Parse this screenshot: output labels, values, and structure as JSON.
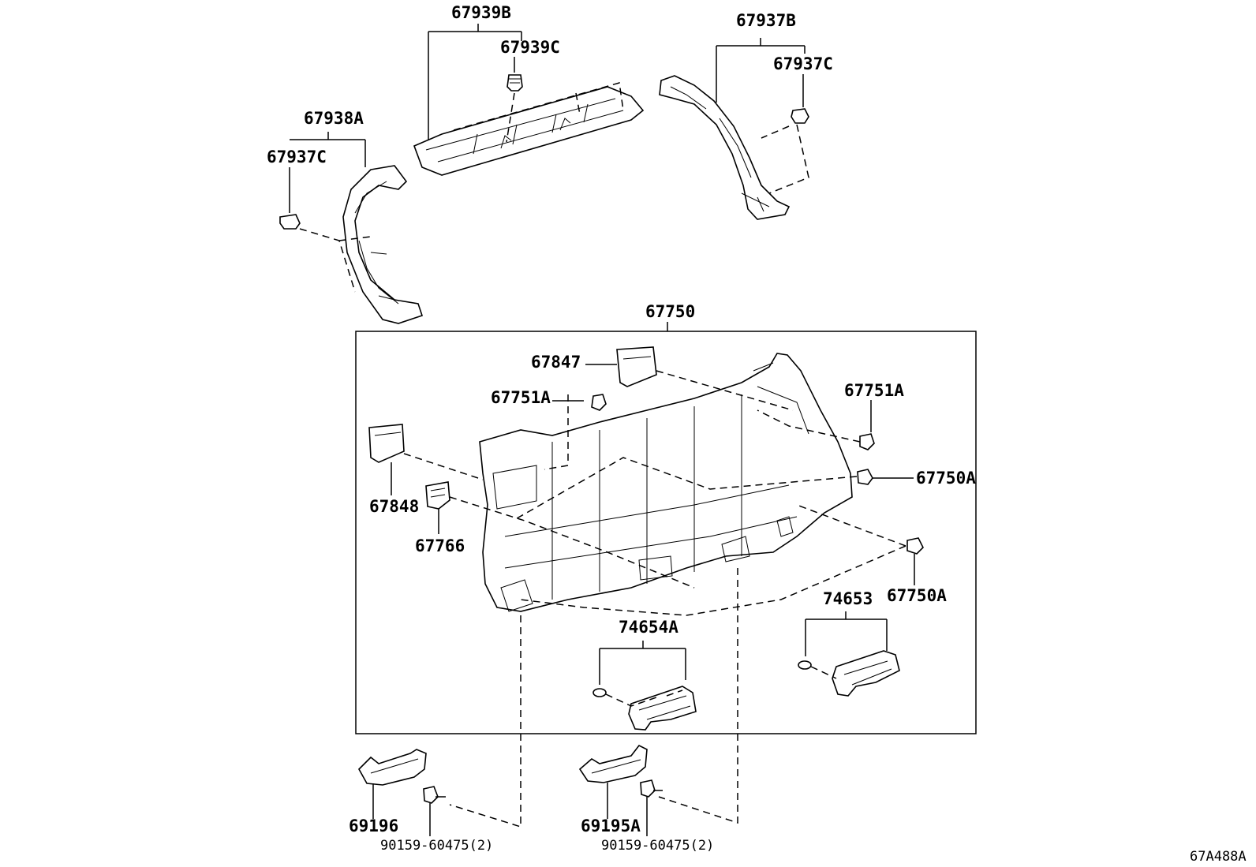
{
  "diagram": {
    "drawing_code": "67A488A",
    "labels": {
      "p67939B": "67939B",
      "p67939C": "67939C",
      "p67937B": "67937B",
      "p67937C_right": "67937C",
      "p67938A": "67938A",
      "p67937C_left": "67937C",
      "p67750": "67750",
      "p67847": "67847",
      "p67751A_left": "67751A",
      "p67751A_right": "67751A",
      "p67750A_upper": "67750A",
      "p67750A_lower": "67750A",
      "p67848": "67848",
      "p67766": "67766",
      "p74653": "74653",
      "p74654A": "74654A",
      "p69196": "69196",
      "p69195A": "69195A",
      "p90159_left": "90159-60475(2)",
      "p90159_right": "90159-60475(2)"
    }
  }
}
